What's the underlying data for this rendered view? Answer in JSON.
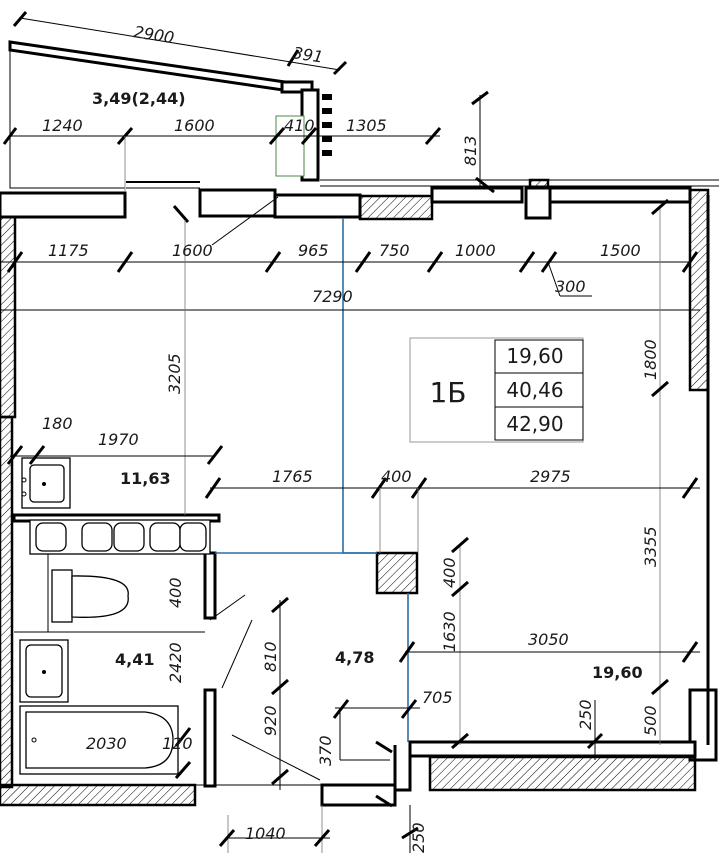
{
  "apartment": {
    "label": "1Б",
    "areas": [
      "19,60",
      "40,46",
      "42,90"
    ]
  },
  "rooms": {
    "balcony": "3,49(2,44)",
    "kitchen": "11,63",
    "bathroom": "4,41",
    "hall": "4,78",
    "living": "19,60"
  },
  "dimensions": {
    "d2900": "2900",
    "d391": "391",
    "d1240": "1240",
    "d1600_top": "1600",
    "d410": "410",
    "d1305": "1305",
    "d813": "813",
    "d1175": "1175",
    "d1600_mid": "1600",
    "d965": "965",
    "d750": "750",
    "d1000": "1000",
    "d1500": "1500",
    "d300": "300",
    "d7290": "7290",
    "d3205": "3205",
    "d1800": "1800",
    "d180": "180",
    "d1970": "1970",
    "d1765": "1765",
    "d400_h": "400",
    "d2975": "2975",
    "d3355": "3355",
    "d400_v1": "400",
    "d400_v2": "400",
    "d1630": "1630",
    "d3050": "3050",
    "d2420": "2420",
    "d810": "810",
    "d920": "920",
    "d705": "705",
    "d370": "370",
    "d250_a": "250",
    "d500": "500",
    "d2030": "2030",
    "d120": "120",
    "d1040": "1040",
    "d250_b": "250"
  }
}
